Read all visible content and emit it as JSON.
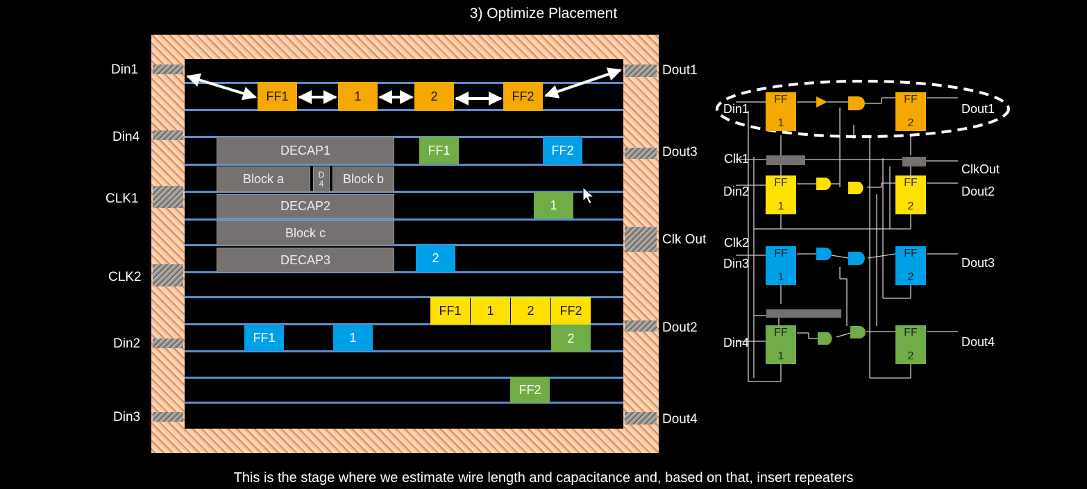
{
  "title": "3) Optimize Placement",
  "caption": "This is the stage where we estimate wire length and capacitance and, based on that, insert repeaters",
  "colors": {
    "orange": "#f5a800",
    "green": "#70ad47",
    "blue": "#00a0e9",
    "yellow": "#ffe100",
    "gray": "#767171",
    "row_line": "#5b8fd0",
    "die_hatch": "#e8864c"
  },
  "pins": {
    "din1": "Din1",
    "din4": "Din4",
    "clk1": "CLK1",
    "clk2": "CLK2",
    "din2": "Din2",
    "din3": "Din3",
    "dout1": "Dout1",
    "dout3": "Dout3",
    "clk_out": "Clk Out",
    "dout2": "Dout2",
    "dout4": "Dout4"
  },
  "blocks": {
    "decap1": "DECAP1",
    "block_a": "Block a",
    "d4_top": "D",
    "d4_bottom": "4",
    "block_b": "Block b",
    "decap2": "DECAP2",
    "block_c": "Block c",
    "decap3": "DECAP3"
  },
  "cells": {
    "orange_ff1": "FF1",
    "orange_1": "1",
    "orange_2": "2",
    "orange_ff2": "FF2",
    "green_ff1": "FF1",
    "blue_ff2": "FF2",
    "green_1": "1",
    "blue_2": "2",
    "yellow_ff1": "FF1",
    "yellow_1": "1",
    "yellow_2": "2",
    "yellow_ff2": "FF2",
    "blue_ff1": "FF1",
    "blue_1": "1",
    "green_2": "2",
    "green_ff2": "FF2"
  },
  "schematic": {
    "din1": "Din1",
    "dout1": "Dout1",
    "clk1": "Clk1",
    "clkout": "ClkOut",
    "din2": "Din2",
    "dout2": "Dout2",
    "clk2": "Clk2",
    "din3": "Din3",
    "dout3": "Dout3",
    "din4": "Din4",
    "dout4": "Dout4",
    "ff_label": "FF",
    "ff_num_1": "1",
    "ff_num_2": "2"
  }
}
